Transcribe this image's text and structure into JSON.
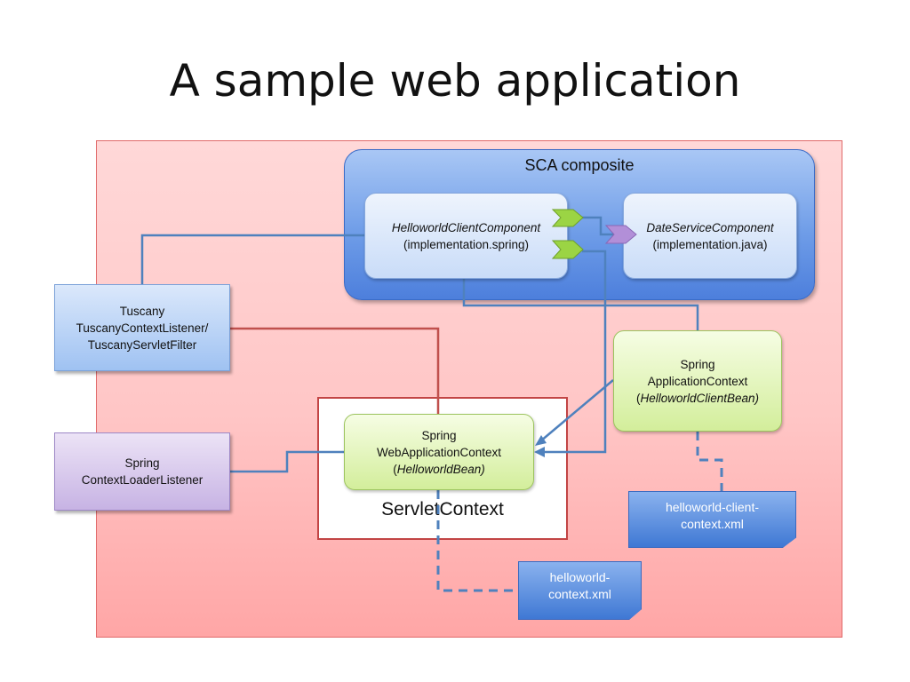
{
  "slide": {
    "title": "A sample web application"
  },
  "composite": {
    "title": "SCA composite"
  },
  "client_component": {
    "name": "HelloworldClientComponent",
    "impl": "(implementation.spring)"
  },
  "date_component": {
    "name": "DateServiceComponent",
    "impl": "(implementation.java)"
  },
  "tuscany_box": {
    "line1": "Tuscany",
    "line2": "TuscanyContextListener/",
    "line3": "TuscanyServletFilter"
  },
  "spring_listener_box": {
    "line1": "Spring",
    "line2": "ContextLoaderListener"
  },
  "servlet_context": {
    "label": "ServletContext"
  },
  "web_app_context": {
    "line1": "Spring",
    "line2": "WebApplicationContext",
    "bean_open": "(",
    "bean": "HelloworldBean)"
  },
  "app_context": {
    "line1": "Spring",
    "line2": "ApplicationContext",
    "bean_open": "(",
    "bean": "HelloworldClientBean)"
  },
  "client_context_doc": {
    "line1": "helloworld-client-",
    "line2": "context.xml"
  },
  "web_context_doc": {
    "line1": "helloworld-",
    "line2": "context.xml"
  },
  "colors": {
    "connector_blue": "#4f81bd",
    "connector_red": "#c0504d",
    "reference_green": "#9bd444",
    "service_purple": "#b28fd8"
  }
}
